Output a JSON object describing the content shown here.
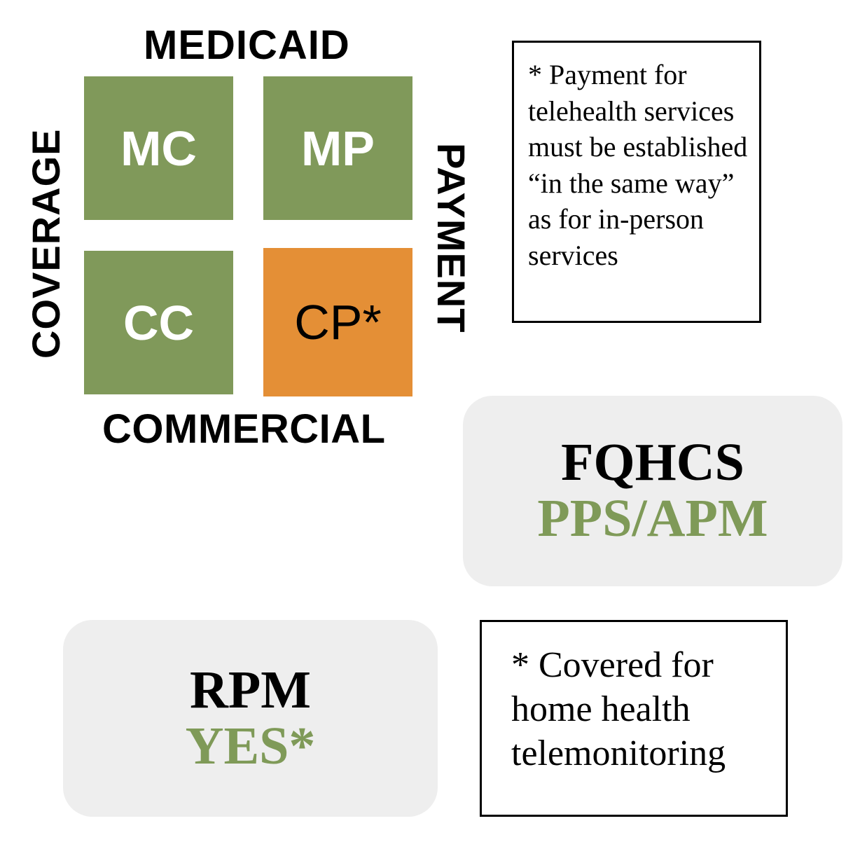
{
  "axes": {
    "top": "MEDICAID",
    "bottom": "COMMERCIAL",
    "left": "COVERAGE",
    "right": "PAYMENT"
  },
  "quadrants": [
    {
      "id": "mc",
      "label": "MC",
      "color": "#80995a"
    },
    {
      "id": "mp",
      "label": "MP",
      "color": "#80995a"
    },
    {
      "id": "cc",
      "label": "CC",
      "color": "#80995a"
    },
    {
      "id": "cp",
      "label": "CP*",
      "color": "#e48f36"
    }
  ],
  "payment_note": "* Payment for telehealth services must be established “in the same way” as for in-person services",
  "fqhcs": {
    "title": "FQHCS",
    "value": "PPS/APM"
  },
  "rpm": {
    "title": "RPM",
    "value": "YES*",
    "note": "* Covered for home health telemonitoring"
  },
  "colors": {
    "green": "#80995a",
    "orange": "#e48f36",
    "gray_box": "#eeeeee",
    "value_text": "#7f9a58"
  }
}
